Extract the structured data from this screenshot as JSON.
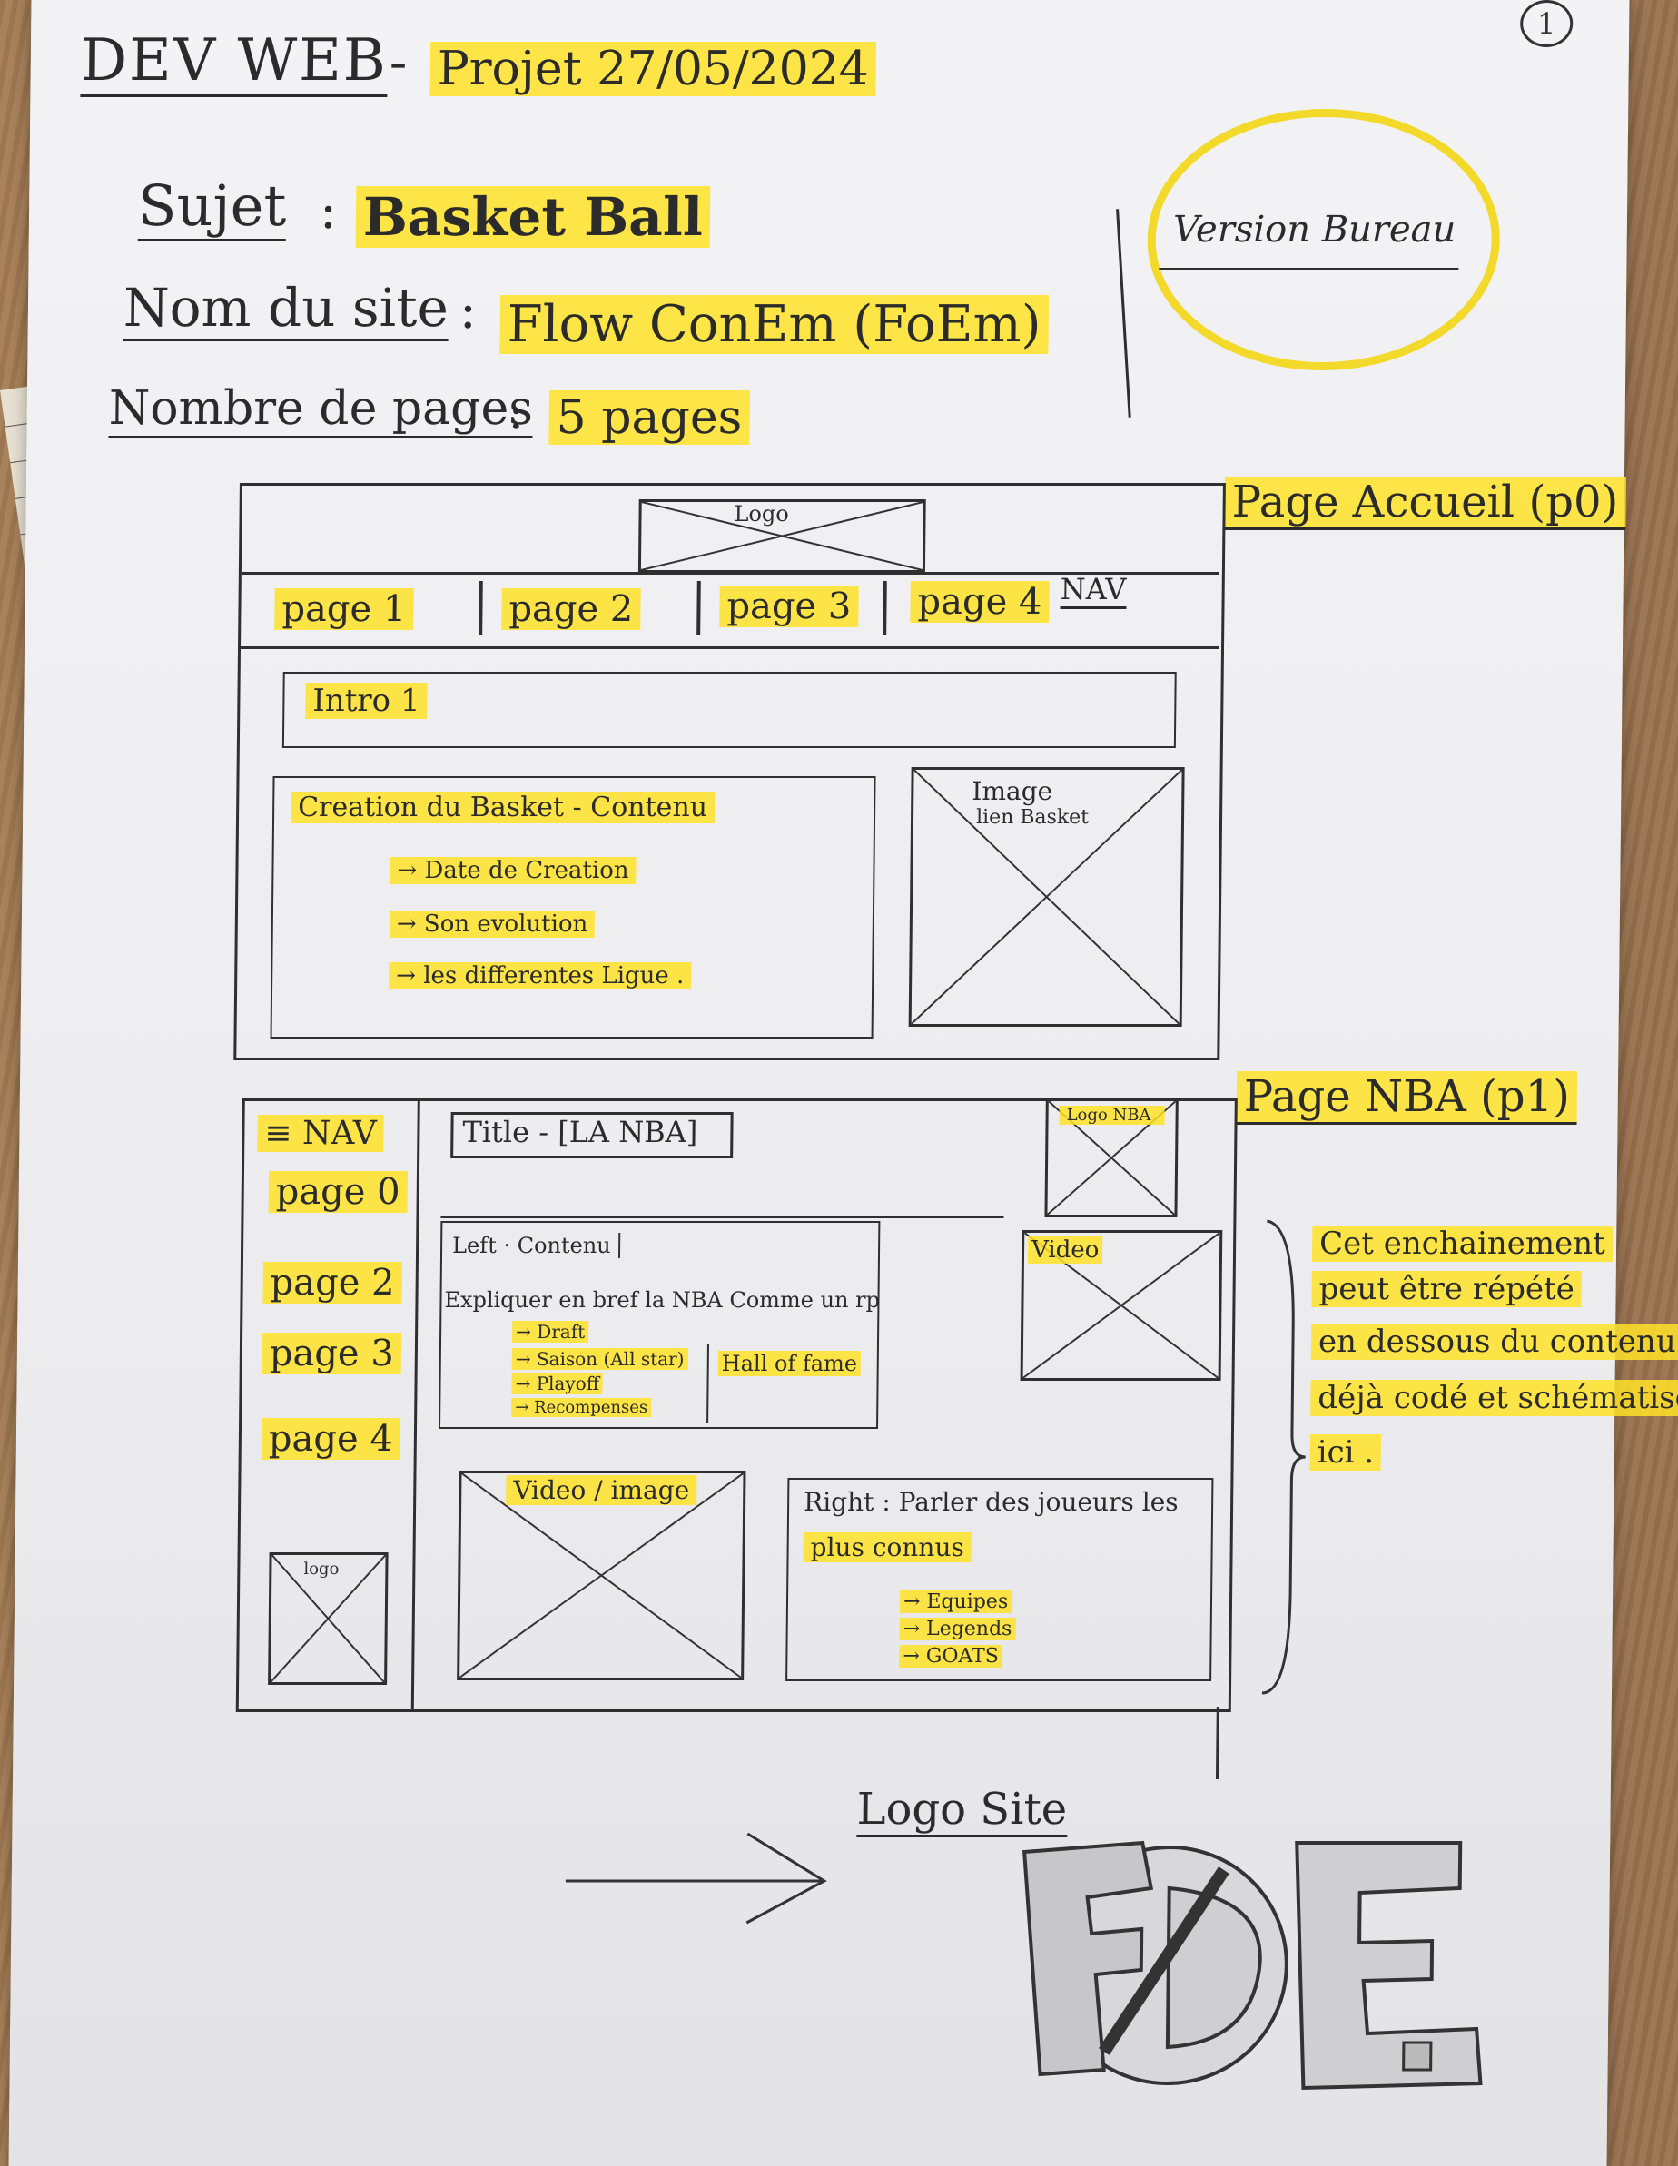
{
  "page_number": "1",
  "header": {
    "course": "DEV WEB",
    "dash": "-",
    "project_date": "Projet 27/05/2024"
  },
  "meta": {
    "subject_label": "Sujet",
    "subject_value": "Basket Ball",
    "site_name_label": "Nom du site",
    "site_name_value": "Flow ConEm (FoEm)",
    "pages_label": "Nombre de pages",
    "pages_value": "5 pages",
    "version_text": "Version Bureau"
  },
  "home_page": {
    "title": "Page Accueil (p0)",
    "logo_label": "Logo",
    "nav_items": [
      "page 1",
      "page 2",
      "page 3",
      "page 4"
    ],
    "nav_label": "NAV",
    "intro_label": "Intro 1",
    "content_title": "Creation du Basket - Contenu",
    "content_items": [
      "→ Date de Creation",
      "→ Son evolution",
      "→ les differentes Ligue ."
    ],
    "image_label": "Image",
    "image_sublabel": "lien Basket"
  },
  "nba_page": {
    "title": "Page NBA (p1)",
    "nav_label": "≡ NAV",
    "nav_items": [
      "page 0",
      "page 2",
      "page 3",
      "page 4"
    ],
    "side_logo_label": "logo",
    "title_box": "Title - [LA NBA]",
    "logo_nba_label": "Logo NBA",
    "left_content_label": "Left · Contenu",
    "left_content_text": "Expliquer en bref la NBA Comme un rp",
    "left_items": [
      "→ Draft",
      "→ Saison (All star)",
      "→ Playoff",
      "→ Recompenses"
    ],
    "hall_of_fame": "Hall of fame",
    "video_label": "Video",
    "video_image_label": "Video / image",
    "right_title": "Right : Parler des joueurs les",
    "right_title_2": "plus connus",
    "right_items": [
      "→ Equipes",
      "→ Legends",
      "→ GOATS"
    ],
    "note_lines": [
      "Cet enchainement",
      "peut être répété",
      "en dessous du contenu",
      "déjà codé et schématisé",
      "ici ."
    ]
  },
  "logo_site": {
    "label": "Logo Site"
  },
  "colors": {
    "highlight": "#ffe228",
    "pencil": "#2b2b2b",
    "paper": "#f0f0f2"
  }
}
